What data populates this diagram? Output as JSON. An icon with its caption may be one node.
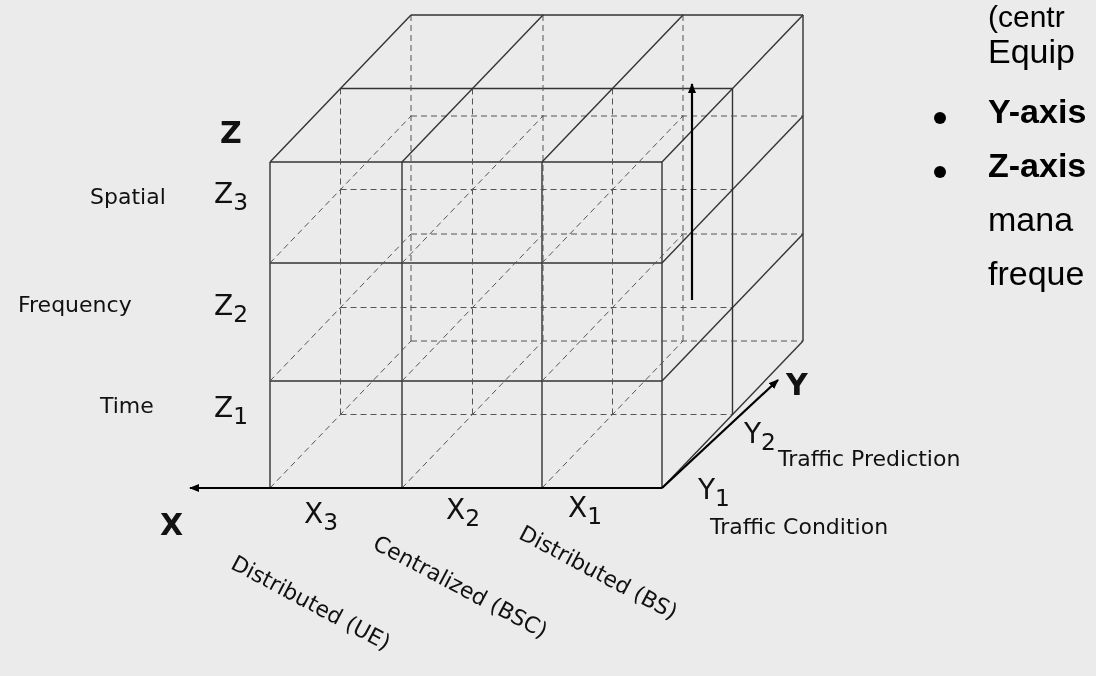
{
  "diagram": {
    "labels": [
      "(centr",
      "Equip",
      "Z",
      "Y-axis",
      "Spatial",
      "Z$_{3}$",
      "Z-axis",
      "mana",
      "Frequency",
      "Z$_{2}$",
      "freque",
      "Y",
      "Time",
      "Z$_{1}$",
      "Y$_{2}$",
      "Traffic Prediction",
      "Y$_{1}$",
      "X",
      "X$_{3}$",
      "X$_{2}$",
      "X$_{1}$",
      "Traffic Condition",
      "Distributed (BS)",
      "Centralized (BSC)",
      "Distributed (UE)"
    ]
  }
}
